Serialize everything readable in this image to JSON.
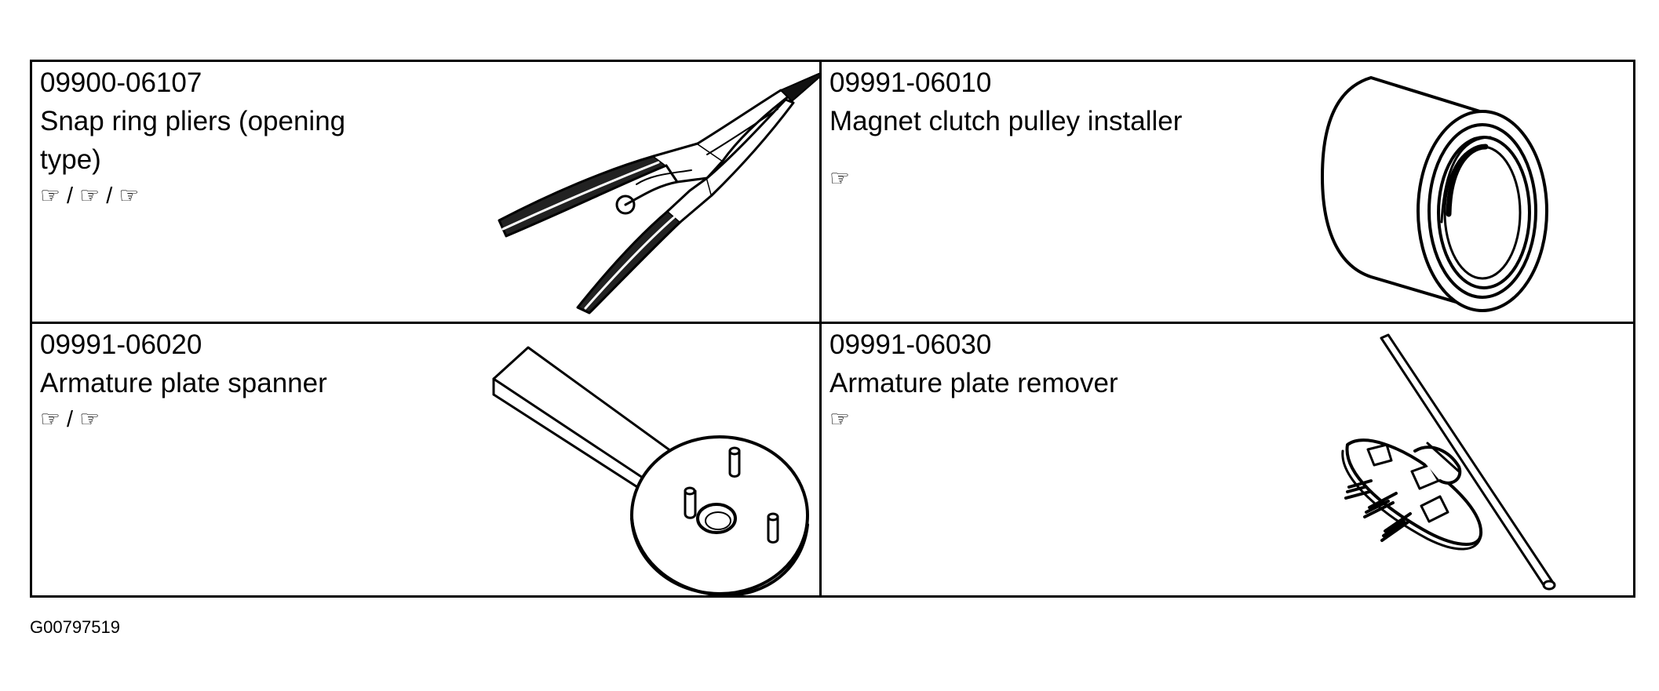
{
  "tools": [
    {
      "part_number": "09900-06107",
      "name": "Snap ring pliers (opening type)",
      "refs": "☞ / ☞ / ☞"
    },
    {
      "part_number": "09991-06010",
      "name": "Magnet clutch pulley installer",
      "refs": "☞"
    },
    {
      "part_number": "09991-06020",
      "name": "Armature plate spanner",
      "refs": "☞ / ☞"
    },
    {
      "part_number": "09991-06030",
      "name": "Armature plate remover",
      "refs": "☞"
    }
  ],
  "footer": {
    "code": "G00797519"
  },
  "colors": {
    "line": "#000000",
    "background": "#ffffff"
  }
}
